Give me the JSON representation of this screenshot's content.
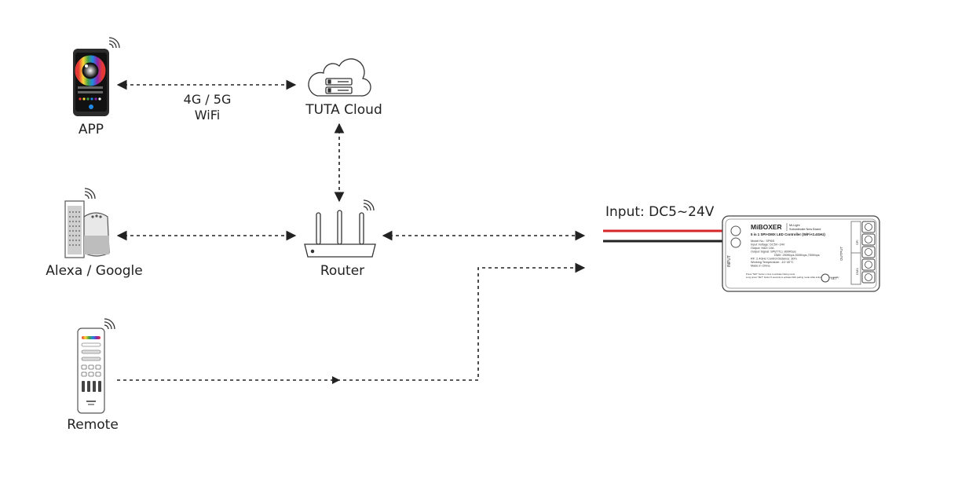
{
  "nodes": {
    "app": {
      "label": "APP"
    },
    "cloud": {
      "label": "TUTA Cloud"
    },
    "voice": {
      "label": "Alexa / Google"
    },
    "router": {
      "label": "Router"
    },
    "remote": {
      "label": "Remote"
    }
  },
  "links": {
    "app_cloud": {
      "line1": "4G / 5G",
      "line2": "WiFi"
    }
  },
  "power": {
    "label": "Input: DC5~24V"
  },
  "controller": {
    "brand": "MiBOXER",
    "subbrand_1": "Mi-Light",
    "subbrand_2": "Subordinate New Brand",
    "title": "5 in 1 SPI+DMX LED Controller (WiFi+2.4GHz)",
    "specs": [
      "Model No.: SPI6S",
      "Input Voltage: DC5V~24V",
      "Output: MAX 10A",
      "Output Signal: SPI(TTL): 800Kbps",
      "DMX: 250Kbps,500Kbps,750Kbps",
      "RF: 2.4GHz  Control Distance: 30m",
      "Working Temperature: -10~40°C",
      "Made in China"
    ],
    "notes": [
      "Press \"SET\" button 1 time to activate linking mode",
      "Long press \"SET\" button 5 seconds to activate WiFi pairing mode while indicator flashes quickly"
    ],
    "set_label": "SET",
    "input_label": "INPUT",
    "output_label": "OUTPUT",
    "dmx_label": "DMX",
    "spi_label": "SPI"
  },
  "colors": {
    "line": "#222222",
    "wire_red": "#d7262a",
    "wire_black": "#222222"
  }
}
